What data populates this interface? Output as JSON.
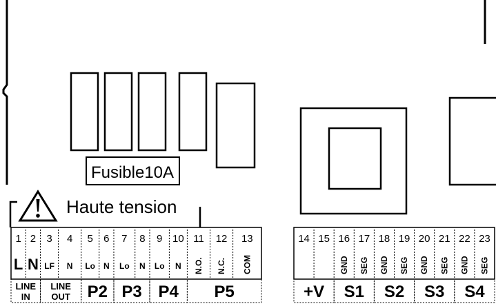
{
  "fuse_label": "Fusible10A",
  "warning_label": "Haute tension",
  "terminals": [
    {
      "num": "1",
      "sub": "L",
      "sub_kind": "big"
    },
    {
      "num": "2",
      "sub": "N",
      "sub_kind": "big"
    },
    {
      "num": "3",
      "sub": "LF",
      "sub_kind": "small"
    },
    {
      "num": "4",
      "sub": "N",
      "sub_kind": "small"
    },
    {
      "num": "5",
      "sub": "Lo",
      "sub_kind": "small"
    },
    {
      "num": "6",
      "sub": "N",
      "sub_kind": "small"
    },
    {
      "num": "7",
      "sub": "Lo",
      "sub_kind": "small"
    },
    {
      "num": "8",
      "sub": "N",
      "sub_kind": "small"
    },
    {
      "num": "9",
      "sub": "Lo",
      "sub_kind": "small"
    },
    {
      "num": "10",
      "sub": "N",
      "sub_kind": "small"
    },
    {
      "num": "11",
      "sub": "N.O.",
      "sub_kind": "vertical"
    },
    {
      "num": "12",
      "sub": "N.C.",
      "sub_kind": "vertical"
    },
    {
      "num": "13",
      "sub": "COM",
      "sub_kind": "vertical"
    },
    {
      "num": "14",
      "sub": "",
      "sub_kind": "none"
    },
    {
      "num": "15",
      "sub": "",
      "sub_kind": "none"
    },
    {
      "num": "16",
      "sub": "GND",
      "sub_kind": "vertical"
    },
    {
      "num": "17",
      "sub": "SEG",
      "sub_kind": "vertical"
    },
    {
      "num": "18",
      "sub": "GND",
      "sub_kind": "vertical"
    },
    {
      "num": "19",
      "sub": "SEG",
      "sub_kind": "vertical"
    },
    {
      "num": "20",
      "sub": "GND",
      "sub_kind": "vertical"
    },
    {
      "num": "21",
      "sub": "SEG",
      "sub_kind": "vertical"
    },
    {
      "num": "22",
      "sub": "GND",
      "sub_kind": "vertical"
    },
    {
      "num": "23",
      "sub": "SEG",
      "sub_kind": "vertical"
    }
  ],
  "groups": [
    {
      "line1": "LINE",
      "line2": "IN",
      "kind": "small"
    },
    {
      "line1": "LINE",
      "line2": "OUT",
      "kind": "small"
    },
    {
      "line1": "P2",
      "line2": "",
      "kind": "big"
    },
    {
      "line1": "P3",
      "line2": "",
      "kind": "big"
    },
    {
      "line1": "P4",
      "line2": "",
      "kind": "big"
    },
    {
      "line1": "P5",
      "line2": "",
      "kind": "big"
    },
    {
      "line1": "+V",
      "line2": "",
      "kind": "big"
    },
    {
      "line1": "S1",
      "line2": "",
      "kind": "big"
    },
    {
      "line1": "S2",
      "line2": "",
      "kind": "big"
    },
    {
      "line1": "S3",
      "line2": "",
      "kind": "big"
    },
    {
      "line1": "S4",
      "line2": "",
      "kind": "big"
    }
  ]
}
